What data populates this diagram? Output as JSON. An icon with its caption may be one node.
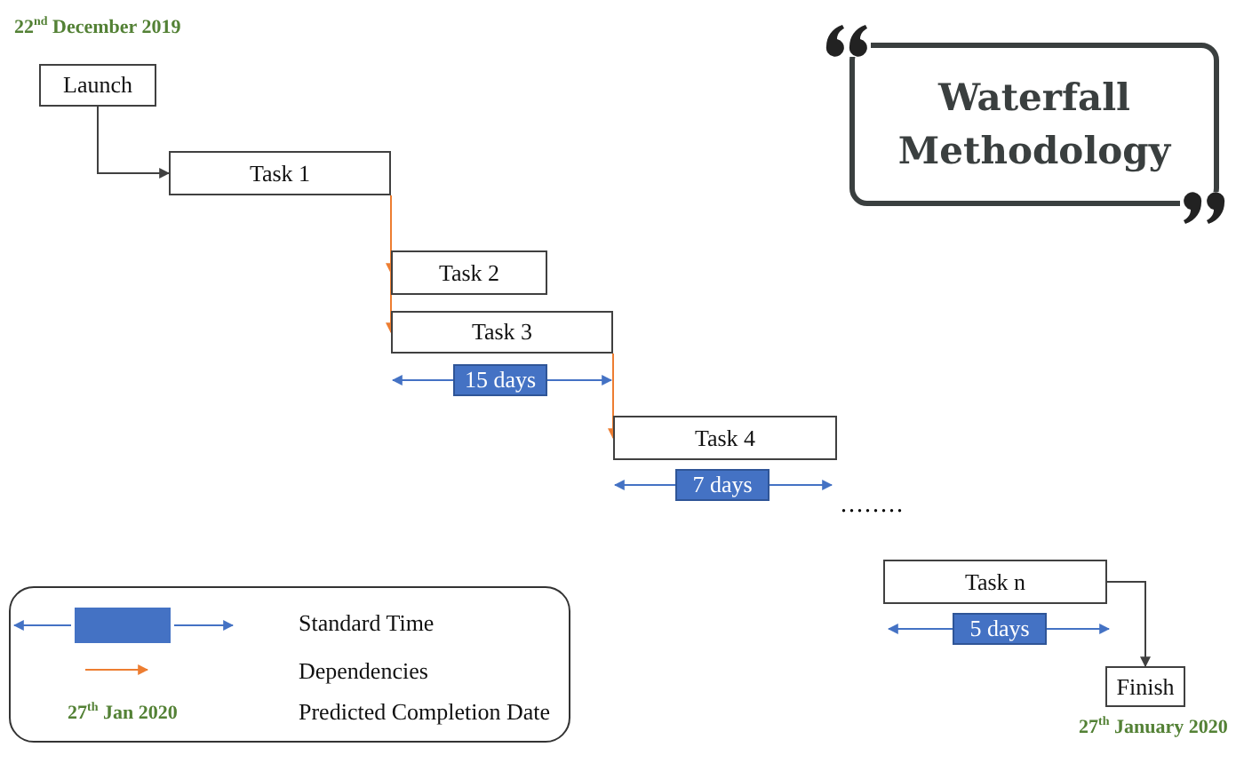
{
  "diagram": {
    "title": "Waterfall Methodology",
    "nodes": [
      {
        "text": [
          "Launch"
        ],
        "beside": [
          "22$^{nd}$ December 2019"
        ]
      },
      {
        "text": [
          "Task 1"
        ]
      },
      {
        "text": [
          "Task 2"
        ]
      },
      {
        "text": [
          "Task 3"
        ]
      },
      {
        "text": [
          "15 days"
        ]
      },
      {
        "text": [
          "Task 4"
        ]
      },
      {
        "text": [
          "7 days"
        ]
      },
      {
        "text": [
          "Task n"
        ]
      },
      {
        "text": [
          "5 days"
        ]
      },
      {
        "text": [
          "Finish"
        ],
        "beside": [
          "27$^{th}$ January 2020"
        ]
      }
    ],
    "edges": [
      {
        "from": 0,
        "to": 1,
        "arrow": "to",
        "color": "#404040"
      },
      {
        "from": 1,
        "to": 2,
        "arrow": "to",
        "color": "#ed7d31"
      },
      {
        "from": 1,
        "to": 3,
        "arrow": "to",
        "color": "#ed7d31"
      },
      {
        "from": 3,
        "to": 5,
        "arrow": "to",
        "color": "#ed7d31"
      },
      {
        "from": 7,
        "to": 9,
        "arrow": "to",
        "color": "#404040"
      }
    ],
    "labels": [
      "........",
      "27$^{th}$ Jan 2020"
    ],
    "legend": [
      {
        "text": "Standard Time"
      },
      {
        "text": "Dependencies"
      },
      {
        "text": "Predicted Completion Date"
      }
    ]
  }
}
